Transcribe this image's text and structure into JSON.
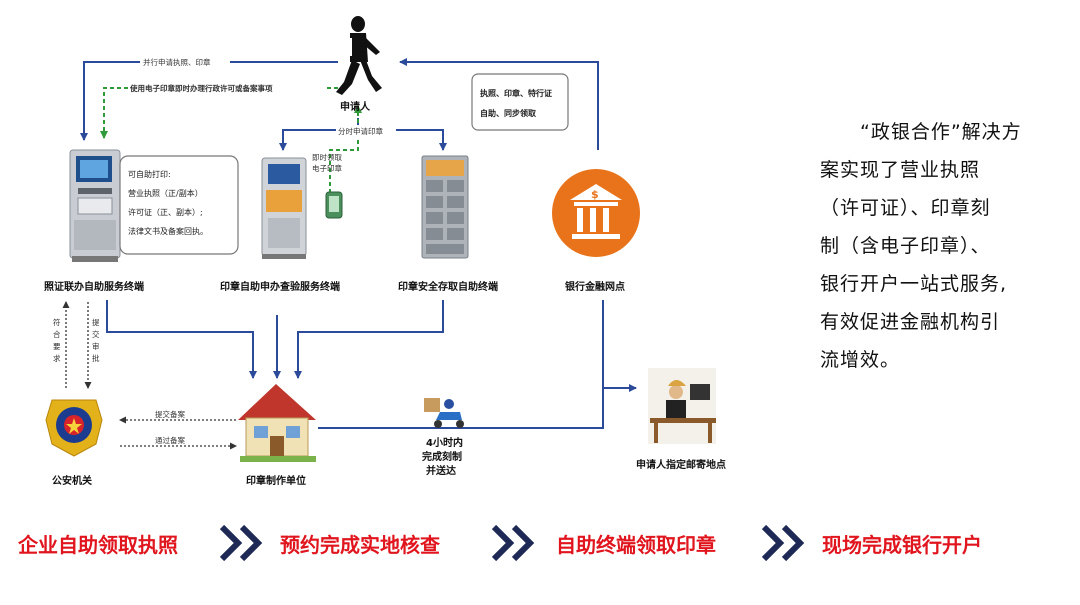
{
  "nodes": {
    "applicant": "申请人",
    "license_terminal": "照证联办自助服务终端",
    "seal_check_terminal": "印章自助申办查验服务终端",
    "seal_storage_terminal": "印章安全存取自助终端",
    "bank": "银行金融网点",
    "police": "公安机关",
    "seal_maker": "印章制作单位",
    "mail_address": "申请人指定邮寄地点",
    "courier": [
      "4小时内",
      "完成刻制",
      "并送达"
    ]
  },
  "edges": {
    "apply_parallel": "并行申请执照、印章",
    "use_e_seal": "使用电子印章即时办理行政许可或备案事项",
    "split_apply": "分时申请印章",
    "instant_e_seal": [
      "即时领取",
      "电子印章"
    ],
    "meet_req": [
      "符",
      "合",
      "要",
      "求"
    ],
    "submit_approval": [
      "提",
      "交",
      "审",
      "批"
    ],
    "submit_filing": "提交备案",
    "pass_filing": "通过备案"
  },
  "notes": {
    "self_print": [
      "可自助打印:",
      "营业执照（正/副本）",
      "许可证（正、副本）;",
      "法律文书及备案回执。"
    ],
    "bank_pickup": [
      "执照、印章、特行证",
      "自助、同步领取"
    ]
  },
  "side_text": [
    "“政银合作”解决方",
    "案实现了营业执照",
    "（许可证）、印章刻",
    "制（含电子印章）、",
    "银行开户一站式服务,",
    "有效促进金融机构引",
    "流增效。"
  ],
  "steps": [
    "企业自助领取执照",
    "预约完成实地核查",
    "自助终端领取印章",
    "现场完成银行开户"
  ],
  "colors": {
    "arrow": "#2b4a9a",
    "dashed": "#2e9a3a",
    "bank": "#e8731a",
    "step_text": "#e0151d",
    "chevron": "#1e2a55"
  }
}
